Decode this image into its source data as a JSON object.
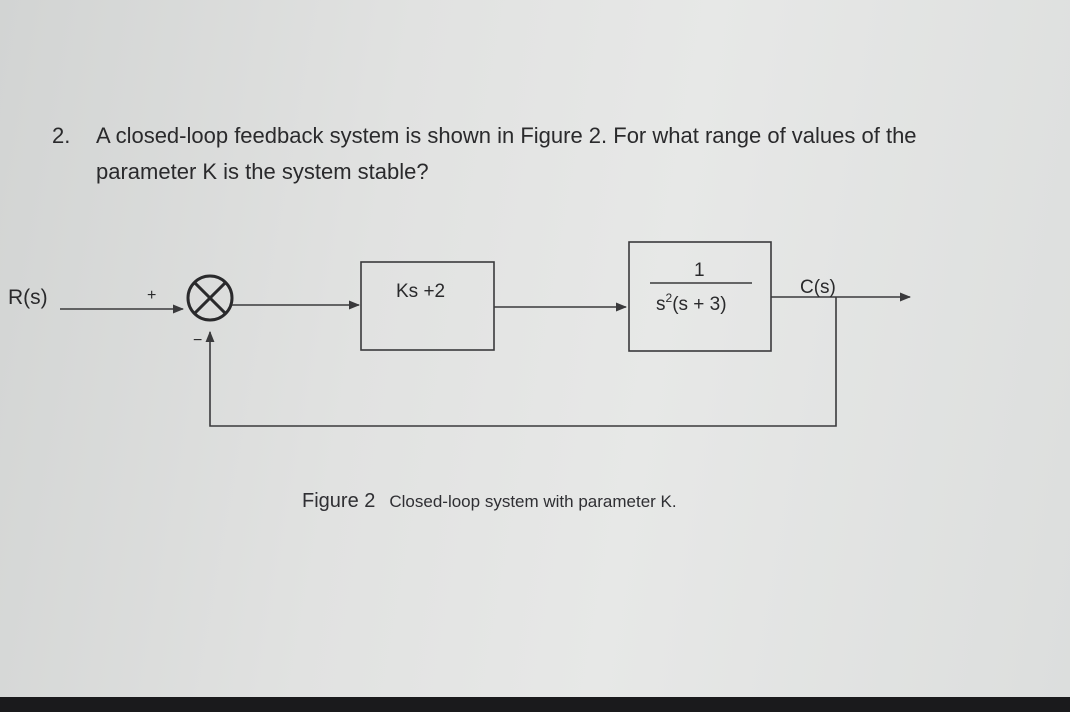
{
  "question": {
    "number": "2.",
    "line1": "A closed-loop feedback system is shown in Figure 2. For what range of values of the",
    "line2": "parameter K is the system stable?"
  },
  "diagram": {
    "input_label": "R(s)",
    "output_label": "C(s)",
    "plus_sign": "+",
    "minus_sign": "−",
    "controller_block": "Ks +2",
    "plant_block": {
      "numerator": "1",
      "denominator_base": "s",
      "denominator_exponent": "2",
      "denominator_rest": "(s + 3)"
    }
  },
  "caption": {
    "label": "Figure 2",
    "text": "Closed-loop system with parameter K."
  },
  "colors": {
    "ink": "#2a2a2c",
    "line": "#3a3a3c",
    "background": "#e2e3e2",
    "bottom_bar": "#1a1a1c"
  }
}
